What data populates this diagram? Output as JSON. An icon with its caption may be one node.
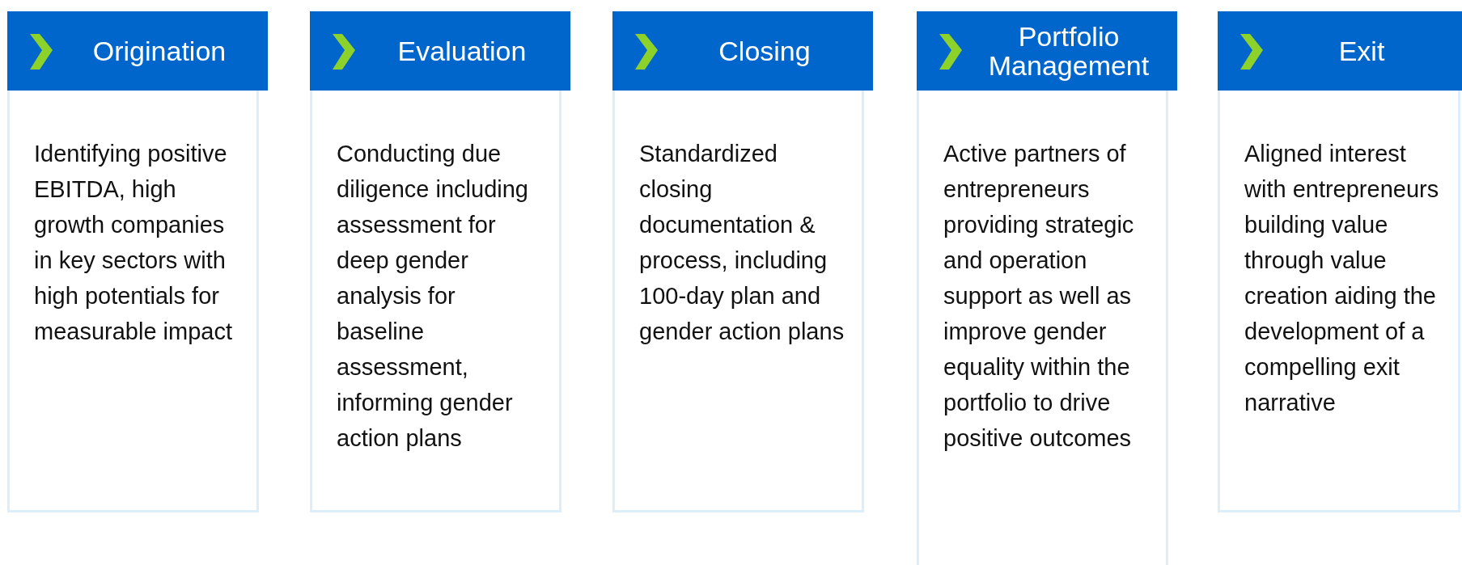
{
  "diagram": {
    "nodes": [
      {
        "text": [
          "Origination",
          "Identifying positive EBITDA, high growth companies in key sectors with high potentials for measurable impact"
        ]
      },
      {
        "text": [
          "Evaluation",
          "Conducting due diligence including assessment for deep gender analysis for baseline assessment, informing gender action plans"
        ]
      },
      {
        "text": [
          "Closing",
          "Standardized closing documentation & process, including 100-day plan and gender action plans"
        ]
      },
      {
        "text": [
          "Portfolio Management",
          "Active partners of entrepreneurs providing strategic and operation support as well as improve gender equality within the portfolio to drive positive outcomes"
        ]
      },
      {
        "text": [
          "Exit",
          "Aligned interest with entrepreneurs building value through value creation aiding the development of a compelling exit narrative"
        ]
      }
    ]
  }
}
